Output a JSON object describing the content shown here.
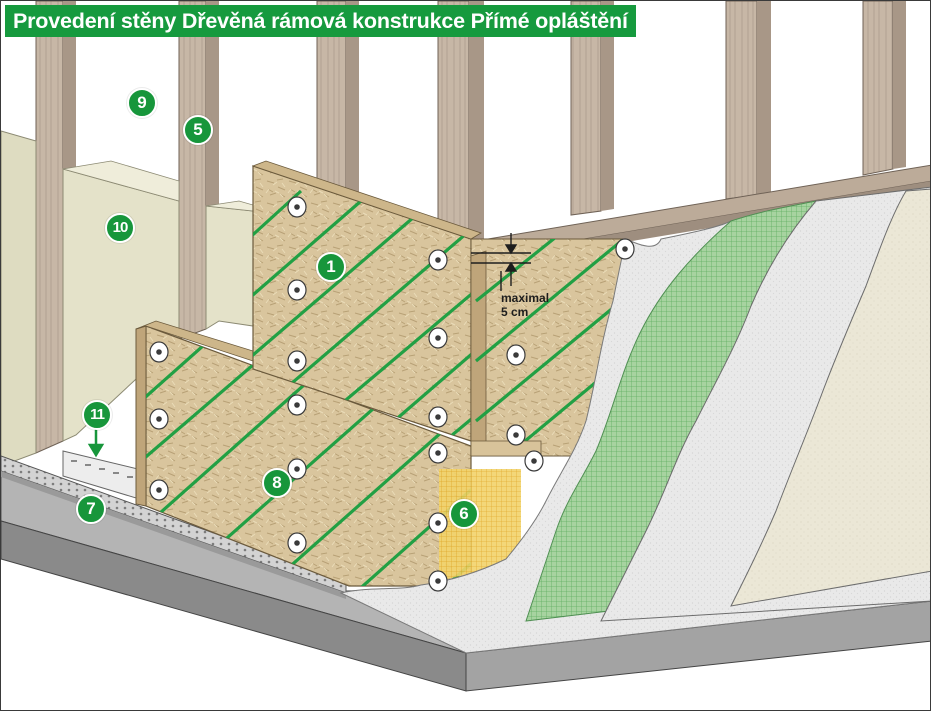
{
  "title": "Provedení stěny Dřevěná rámová konstrukce Přímé opláštění",
  "dimension": {
    "line1": "maximal",
    "line2": "5 cm"
  },
  "callouts": [
    {
      "id": "1",
      "label": "1"
    },
    {
      "id": "5",
      "label": "5"
    },
    {
      "id": "6",
      "label": "6"
    },
    {
      "id": "7",
      "label": "7"
    },
    {
      "id": "8",
      "label": "8"
    },
    {
      "id": "9",
      "label": "9"
    },
    {
      "id": "10",
      "label": "10"
    },
    {
      "id": "11",
      "label": "11"
    }
  ],
  "colors": {
    "accent_green": "#17963b",
    "banner_green": "#169a3e",
    "timber": "#c9b9a8",
    "fibreboard": "#d8c39a",
    "insulation": "#e4e2c9",
    "plaster_white": "#ececec",
    "mesh_green": "#8fc98e",
    "finish_beige": "#e9e5d3",
    "base_slab": "#9a9a9a"
  }
}
